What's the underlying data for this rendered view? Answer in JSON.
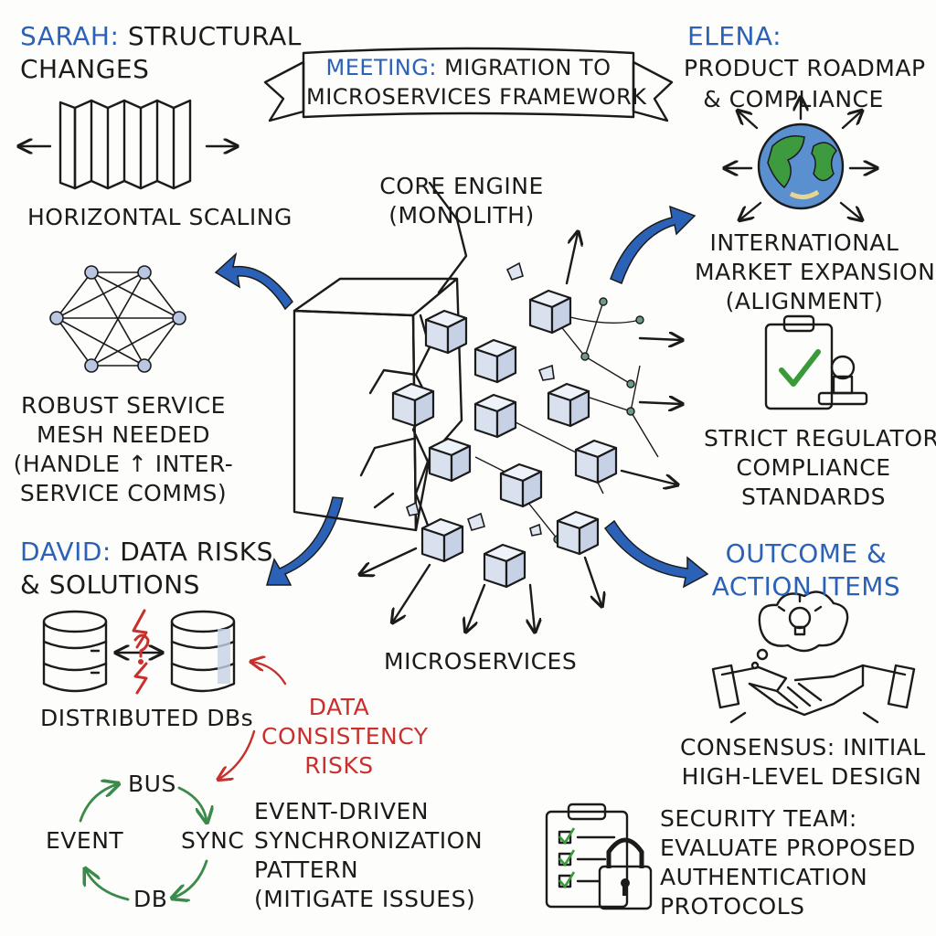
{
  "title": {
    "meeting": "MEETING:",
    "line1": "MIGRATION TO",
    "line2": "MICROSERVICES FRAMEWORK"
  },
  "sarah": {
    "name": "SARAH:",
    "topic1": "STRUCTURAL",
    "topic2": "CHANGES",
    "scaling": "HORIZONTAL SCALING",
    "mesh": [
      "ROBUST SERVICE",
      "MESH NEEDED",
      "(HANDLE ↑ INTER-",
      "SERVICE COMMS)"
    ]
  },
  "center": {
    "core1": "CORE ENGINE",
    "core2": "(MONOLITH)",
    "micro": "MICROSERVICES"
  },
  "elena": {
    "name": "ELENA:",
    "topic1": "PRODUCT ROADMAP",
    "topic2": "& COMPLIANCE",
    "market": [
      "INTERNATIONAL",
      "MARKET EXPANSION",
      "(ALIGNMENT)"
    ],
    "reg": [
      "STRICT REGULATORY",
      "COMPLIANCE",
      "STANDARDS"
    ]
  },
  "david": {
    "name": "DAVID:",
    "topic1": "DATA RISKS",
    "topic2": "& SOLUTIONS",
    "dbs": "DISTRIBUTED DBs",
    "risk": [
      "DATA",
      "CONSISTENCY",
      "RISKS"
    ],
    "cycle": {
      "bus": "BUS",
      "event": "EVENT",
      "sync": "SYNC",
      "db": "DB"
    },
    "pattern": [
      "EVENT-DRIVEN",
      "SYNCHRONIZATION",
      "PATTERN",
      "(MITIGATE ISSUES)"
    ]
  },
  "outcome": {
    "title1": "OUTCOME &",
    "title2": "ACTION ITEMS",
    "consensus": [
      "CONSENSUS: INITIAL",
      "HIGH-LEVEL DESIGN"
    ],
    "security": [
      "SECURITY TEAM:",
      "EVALUATE PROPOSED",
      "AUTHENTICATION",
      "PROTOCOLS"
    ]
  },
  "colors": {
    "accent_blue": "#2b62b8",
    "risk_red": "#c8302e",
    "cycle_green": "#3a8a4a",
    "globe_green": "#3e9a3e",
    "globe_blue": "#5a8fd0",
    "cube_fill": "#dfe6f2"
  },
  "icons": [
    "scaling-icon",
    "service-mesh-icon",
    "monolith-cube-icon",
    "microservice-cubes-icon",
    "globe-icon",
    "clipboard-check-icon",
    "stamp-icon",
    "database-icon",
    "lightning-icon",
    "cycle-arrows-icon",
    "lightbulb-icon",
    "handshake-icon",
    "checklist-icon",
    "padlock-icon"
  ]
}
